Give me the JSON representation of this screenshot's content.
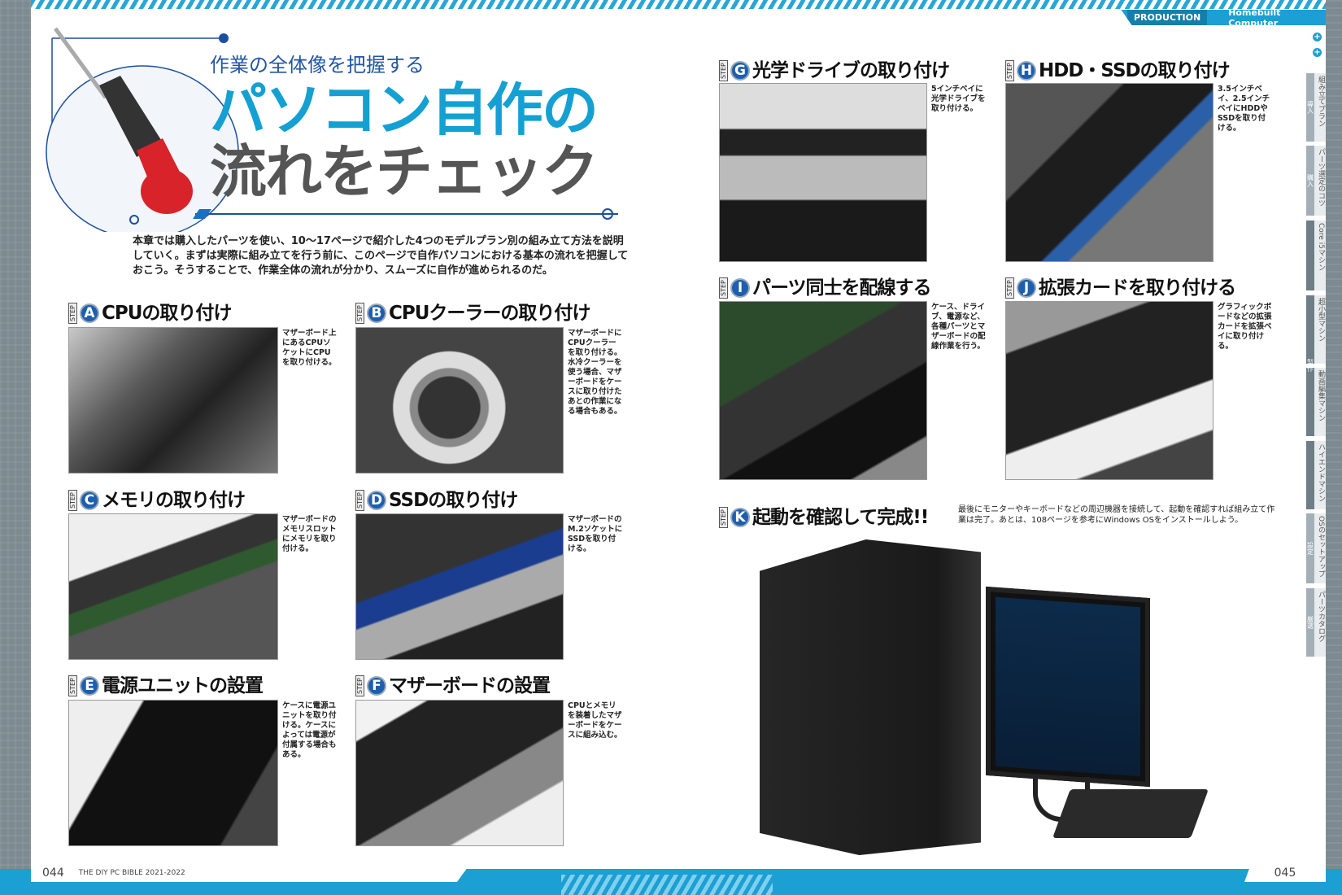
{
  "header": {
    "section": "PRODUCTION",
    "category": "Homebuilt Computer"
  },
  "title": {
    "subtitle": "作業の全体像を把握する",
    "line1": "パソコン自作の",
    "line2": "流れをチェック"
  },
  "intro": "本章では購入したパーツを使い、10〜17ページで紹介した4つのモデルプラン別の組み立て方法を説明していく。まずは実際に組み立てを行う前に、このページで自作パソコンにおける基本の流れを把握しておこう。そうすることで、作業全体の流れが分かり、スムーズに自作が進められるのだ。",
  "step_label": "STEP",
  "steps": [
    {
      "letter": "A",
      "title": "CPUの取り付け",
      "caption": "マザーボード上にあるCPUソケットにCPUを取り付ける。"
    },
    {
      "letter": "B",
      "title": "CPUクーラーの取り付け",
      "caption": "マザーボードにCPUクーラーを取り付ける。水冷クーラーを使う場合、マザーボードをケースに取り付けたあとの作業になる場合もある。"
    },
    {
      "letter": "C",
      "title": "メモリの取り付け",
      "caption": "マザーボードのメモリスロットにメモリを取り付ける。"
    },
    {
      "letter": "D",
      "title": "SSDの取り付け",
      "caption": "マザーボードのM.2ソケットにSSDを取り付ける。"
    },
    {
      "letter": "E",
      "title": "電源ユニットの設置",
      "caption": "ケースに電源ユニットを取り付ける。ケースによっては電源が付属する場合もある。"
    },
    {
      "letter": "F",
      "title": "マザーボードの設置",
      "caption": "CPUとメモリを装着したマザーボードをケースに組み込む。"
    },
    {
      "letter": "G",
      "title": "光学ドライブの取り付け",
      "caption": "5インチベイに光学ドライブを取り付ける。"
    },
    {
      "letter": "H",
      "title": "HDD・SSDの取り付け",
      "caption": "3.5インチベイ、2.5インチベイにHDDやSSDを取り付ける。"
    },
    {
      "letter": "I",
      "title": "パーツ同士を配線する",
      "caption": "ケース、ドライブ、電源など、各種パーツとマザーボードの配線作業を行う。"
    },
    {
      "letter": "J",
      "title": "拡張カードを取り付ける",
      "caption": "グラフィックボードなどの拡張カードを拡張ベイに取り付ける。"
    },
    {
      "letter": "K",
      "title": "起動を確認して完成!!",
      "caption": "最後にモニターやキーボードなどの周辺機器を接続して、起動を確認すれば組み立て作業は完了。あとは、108ページを参考にWindows OSをインストールしよう。"
    }
  ],
  "side_tabs": {
    "groups": [
      "導入",
      "購入",
      "製作",
      "設定",
      "厳選"
    ],
    "items": [
      "組み立てプラン",
      "パーツ選定のコツ",
      "Core i5マシン",
      "超小型マシン",
      "動画編集マシン",
      "ハイエンドマシン",
      "OSのセットアップ",
      "パーツカタログ"
    ]
  },
  "footer": {
    "left_page": "044",
    "publication": "THE DIY PC BIBLE 2021-2022",
    "right_page": "045"
  },
  "colors": {
    "accent": "#1c9fd3",
    "title_blue": "#14a0d2",
    "title_gray": "#555555",
    "step_circle": "#1d5fae"
  }
}
